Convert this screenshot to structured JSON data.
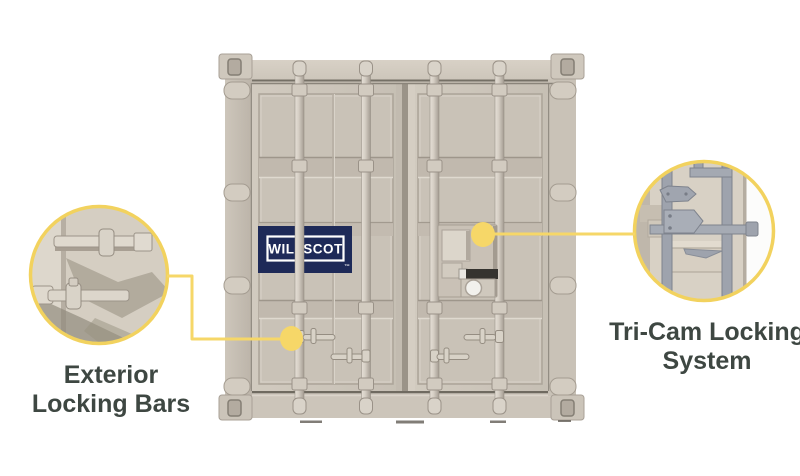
{
  "page": {
    "background": "#FFFFFF"
  },
  "colors": {
    "page_bg": "#FFFFFF",
    "accent_yellow": "#F2D25E",
    "accent_yellow_bright": "#F6D768",
    "navy": "#1E2A58",
    "text_dark": "#3E4742",
    "logo_white": "#FFFFFF",
    "container_beige": "#CDC6BB",
    "steel_gray": "#9EA3AD"
  },
  "logo": {
    "text": "WILLSCOT",
    "trademark": "™"
  },
  "callouts": [
    {
      "id": "exterior-locking-bars",
      "label_line1": "Exterior",
      "label_line2": "Locking Bars",
      "marker": "yellow-dot",
      "magnifier": "locking-bar-closeup"
    },
    {
      "id": "tri-cam-locking-system",
      "label_line1": "Tri-Cam Locking",
      "label_line2": "System",
      "marker": "yellow-dot",
      "magnifier": "tri-cam-mechanism-closeup"
    }
  ]
}
